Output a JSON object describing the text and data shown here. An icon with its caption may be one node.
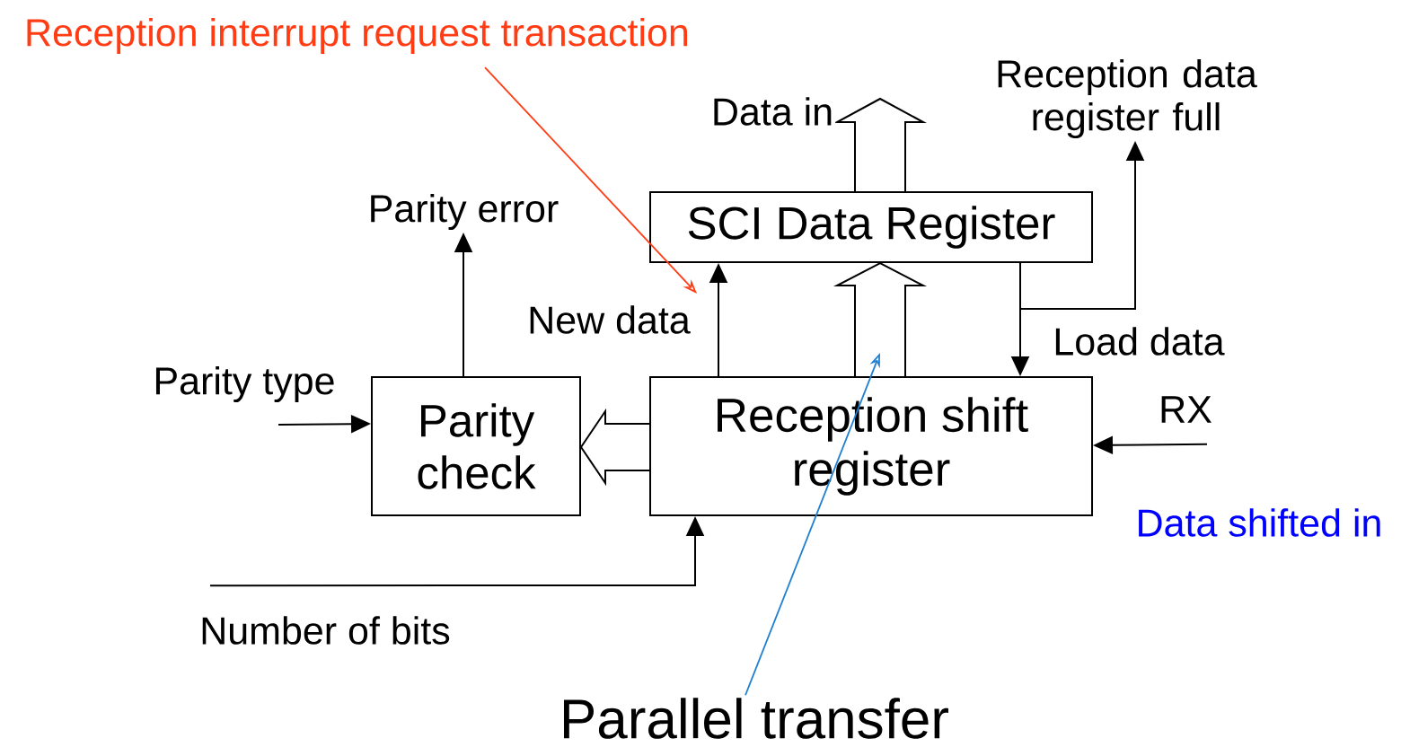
{
  "diagram": {
    "nodes": [
      {
        "text": [
          "Reception interrupt request transaction"
        ]
      },
      {
        "text": [
          "Reception data register full"
        ]
      },
      {
        "text": [
          "SCI Data Register"
        ]
      },
      {
        "text": [
          "Parity error"
        ]
      },
      {
        "text": [
          "Parity type"
        ]
      },
      {
        "text": [
          "Parity check"
        ]
      },
      {
        "text": [
          "Reception shift register"
        ]
      },
      {
        "text": [
          "RX"
        ]
      },
      {
        "text": [
          "Number of bits"
        ]
      },
      {
        "text": [
          "Parallel transfer"
        ]
      }
    ],
    "edges": [
      {
        "from": 2,
        "to": null,
        "arrow": "to",
        "label": "Data in",
        "style": "thick"
      },
      {
        "from": 6,
        "to": 2,
        "arrow": "to",
        "label": "New data"
      },
      {
        "from": 6,
        "to": 2,
        "arrow": "to",
        "style": "thick"
      },
      {
        "from": 2,
        "to": 6,
        "arrow": "to",
        "label": "Load data"
      },
      {
        "from": 2,
        "to": 1,
        "arrow": "to"
      },
      {
        "from": 5,
        "to": 3,
        "arrow": "to"
      },
      {
        "from": 4,
        "to": 5,
        "arrow": "to"
      },
      {
        "from": 6,
        "to": 5,
        "arrow": "to",
        "style": "thick"
      },
      {
        "from": 7,
        "to": 6,
        "arrow": "to"
      },
      {
        "from": 8,
        "to": 6,
        "arrow": "to"
      },
      {
        "from": 0,
        "to": 2,
        "arrow": "to",
        "color": "#ff3c14"
      },
      {
        "from": 9,
        "to": 6,
        "arrow": "to",
        "color": "#1f7fd0"
      }
    ],
    "labels": [
      "Data shifted in"
    ]
  }
}
